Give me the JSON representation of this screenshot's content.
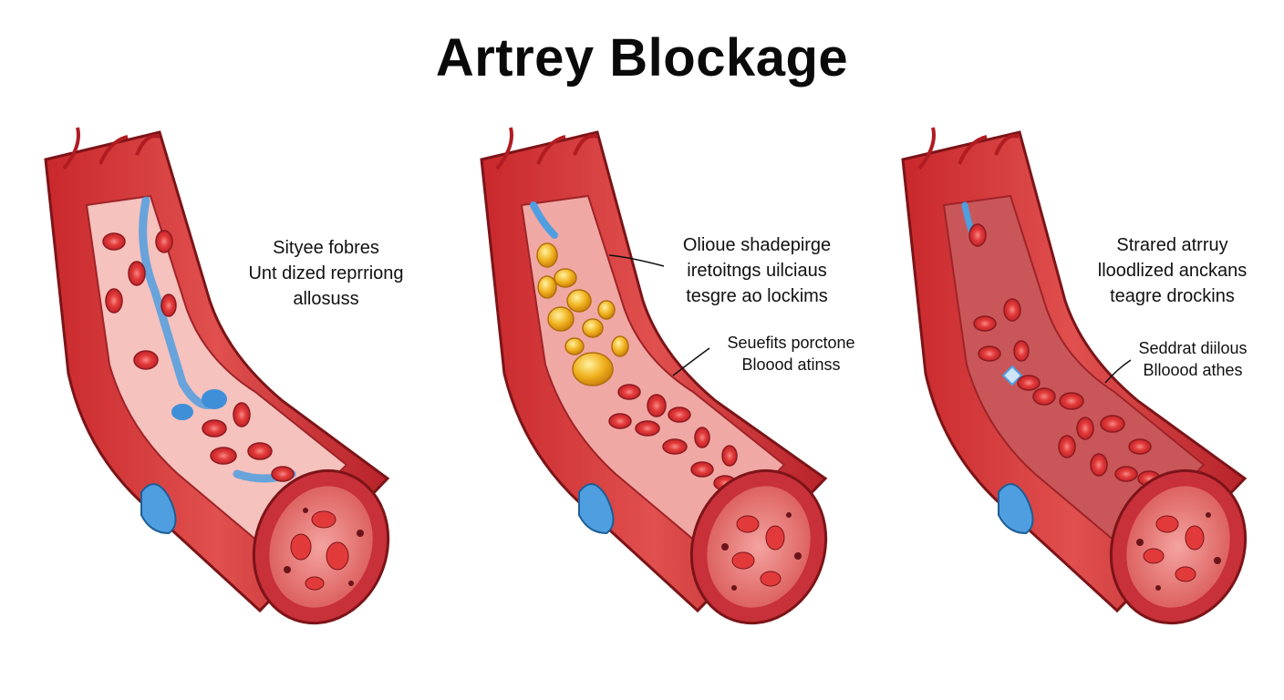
{
  "title": "Artrey Blockage",
  "panels": [
    {
      "label_lines": [
        "Sityee fobres",
        "Unt dized reprriong",
        "allosuss"
      ]
    },
    {
      "label_lines": [
        "Olioue shadepirge",
        "iretoitngs uilciaus",
        "tesgre ao lockims"
      ],
      "sublabel_lines": [
        "Seuefits porctone",
        "Bloood atinss"
      ]
    },
    {
      "label_lines": [
        "Strared atrruy",
        "lloodlized anckans",
        "teagre drockins"
      ],
      "sublabel_lines": [
        "Seddrat diilous",
        "Blloood athes"
      ]
    }
  ],
  "colors": {
    "vessel": "#d63a3c",
    "vessel_dark": "#a8242a",
    "lumen": "#f3b3b0",
    "rbc": "#e23a3a",
    "clot": "#5aa7e6",
    "plaque": "#f0b21f"
  }
}
